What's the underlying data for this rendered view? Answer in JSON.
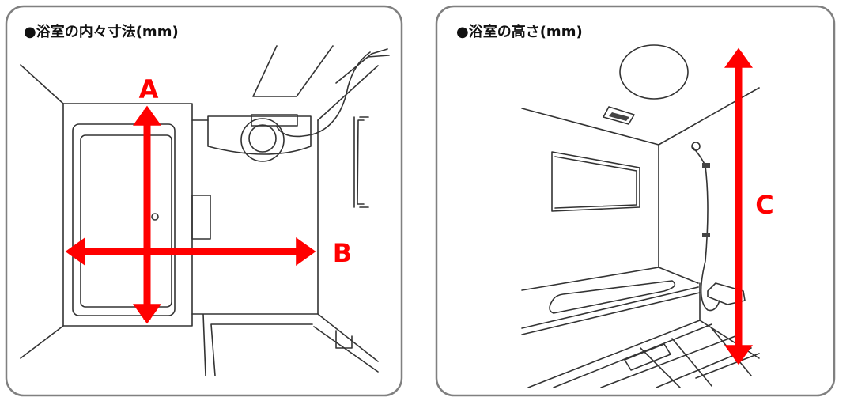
{
  "panels": [
    {
      "title": "●浴室の内々寸法(mm)",
      "dimension_labels": [
        "A",
        "B"
      ]
    },
    {
      "title": "●浴室の高さ(mm)",
      "dimension_labels": [
        "C"
      ]
    }
  ],
  "colors": {
    "arrow": "#ff0000",
    "border": "#808080",
    "line": "#333333"
  }
}
